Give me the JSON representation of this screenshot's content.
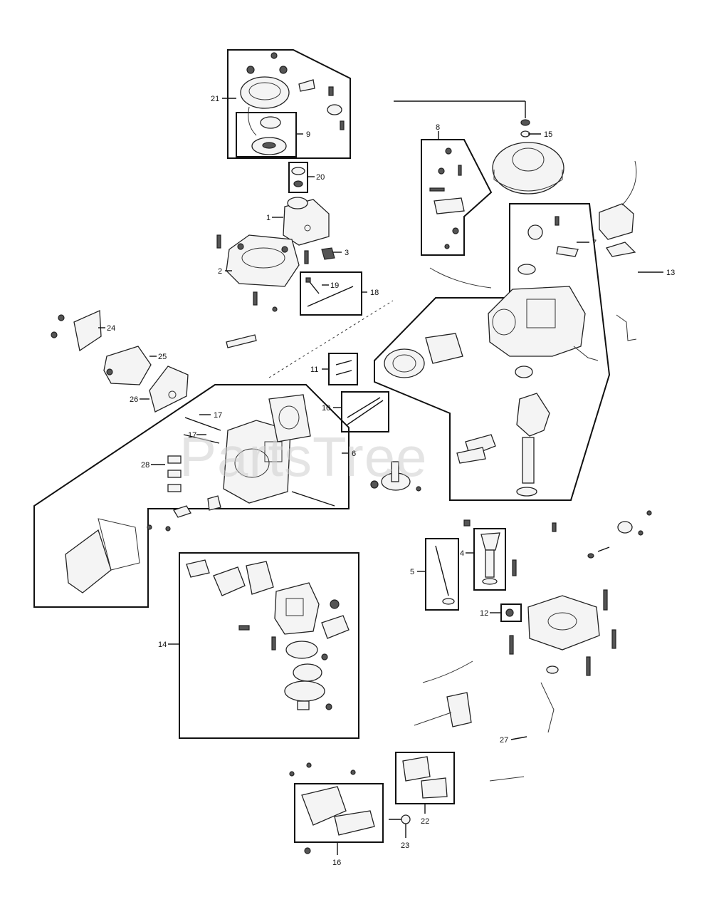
{
  "watermark": "PartsTree",
  "callouts": [
    {
      "id": "c21",
      "text": "21"
    },
    {
      "id": "c9",
      "text": "9"
    },
    {
      "id": "c20",
      "text": "20"
    },
    {
      "id": "c1",
      "text": "1"
    },
    {
      "id": "c3",
      "text": "3"
    },
    {
      "id": "c2",
      "text": "2"
    },
    {
      "id": "c19",
      "text": "19"
    },
    {
      "id": "c18",
      "text": "18"
    },
    {
      "id": "c24",
      "text": "24"
    },
    {
      "id": "c25",
      "text": "25"
    },
    {
      "id": "c26",
      "text": "26"
    },
    {
      "id": "c11",
      "text": "11"
    },
    {
      "id": "c10",
      "text": "10"
    },
    {
      "id": "c17a",
      "text": "17"
    },
    {
      "id": "c17b",
      "text": "17"
    },
    {
      "id": "c28",
      "text": "28"
    },
    {
      "id": "c6",
      "text": "6"
    },
    {
      "id": "c8",
      "text": "8"
    },
    {
      "id": "c15",
      "text": "15"
    },
    {
      "id": "c7",
      "text": "7"
    },
    {
      "id": "c13",
      "text": "13"
    },
    {
      "id": "c14",
      "text": "14"
    },
    {
      "id": "c5",
      "text": "5"
    },
    {
      "id": "c4",
      "text": "4"
    },
    {
      "id": "c12",
      "text": "12"
    },
    {
      "id": "c27",
      "text": "27"
    },
    {
      "id": "c22",
      "text": "22"
    },
    {
      "id": "c23",
      "text": "23"
    },
    {
      "id": "c16",
      "text": "16"
    }
  ]
}
